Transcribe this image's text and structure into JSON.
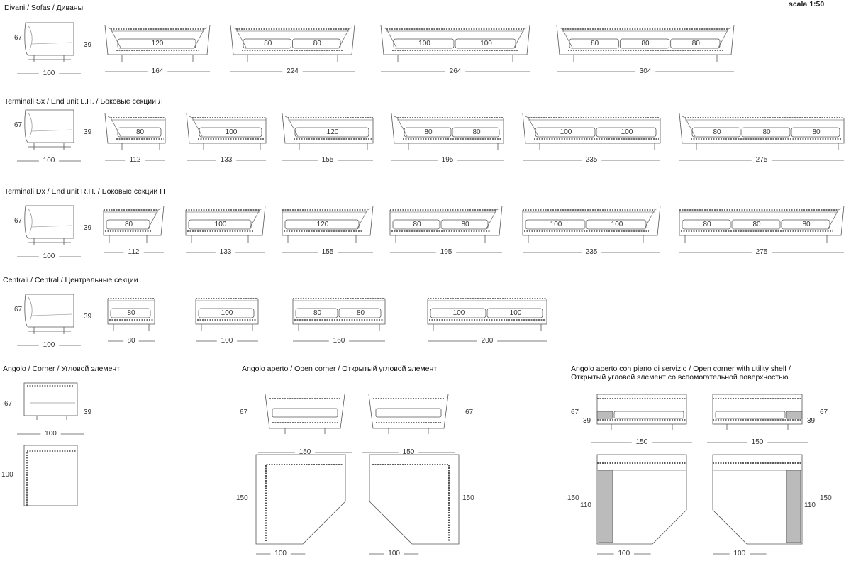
{
  "scale": "scala 1:50",
  "sections": {
    "sofas": "Divani / Sofas / Диваны",
    "end_lh": "Terminali Sx / End unit L.H. / Боковые секции Л",
    "end_rh": "Terminali Dx / End unit R.H. / Боковые секции П",
    "central": "Centrali / Central / Центральные секции",
    "corner": "Angolo / Corner / Угловой элемент",
    "open_corner": "Angolo aperto / Open corner / Открытый угловой элемент",
    "open_corner_shelf_1": "Angolo aperto con piano di servizio / Open corner with utility shelf /",
    "open_corner_shelf_2": "Открытый угловой элемент со вспомогательной поверхностью"
  },
  "side_dims": {
    "height": "67",
    "seat": "39",
    "depth": "100"
  },
  "rows": [
    {
      "key": "sofas",
      "widths": [
        "164",
        "224",
        "264",
        "304"
      ],
      "cushions": [
        [
          "120"
        ],
        [
          "80",
          "80"
        ],
        [
          "100",
          "100"
        ],
        [
          "80",
          "80",
          "80"
        ]
      ]
    },
    {
      "key": "end_lh",
      "widths": [
        "112",
        "133",
        "155",
        "195",
        "235",
        "275"
      ],
      "cushions": [
        [
          "80"
        ],
        [
          "100"
        ],
        [
          "120"
        ],
        [
          "80",
          "80"
        ],
        [
          "100",
          "100"
        ],
        [
          "80",
          "80",
          "80"
        ]
      ]
    },
    {
      "key": "end_rh",
      "widths": [
        "112",
        "133",
        "155",
        "195",
        "235",
        "275"
      ],
      "cushions": [
        [
          "80"
        ],
        [
          "100"
        ],
        [
          "120"
        ],
        [
          "80",
          "80"
        ],
        [
          "100",
          "100"
        ],
        [
          "80",
          "80",
          "80"
        ]
      ]
    },
    {
      "key": "central",
      "widths": [
        "80",
        "100",
        "160",
        "200"
      ],
      "cushions": [
        [
          "80"
        ],
        [
          "100"
        ],
        [
          "80",
          "80"
        ],
        [
          "100",
          "100"
        ]
      ]
    }
  ],
  "corner": {
    "height": "67",
    "seat": "39",
    "depth": "100",
    "plan_depth": "100"
  },
  "open_corner": {
    "height": "67",
    "width": "150",
    "plan": "150",
    "bottom": "100"
  },
  "open_corner_shelf": {
    "height": "67",
    "seat": "39",
    "width": "150",
    "plan": "150",
    "inner": "110",
    "bottom": "100"
  }
}
